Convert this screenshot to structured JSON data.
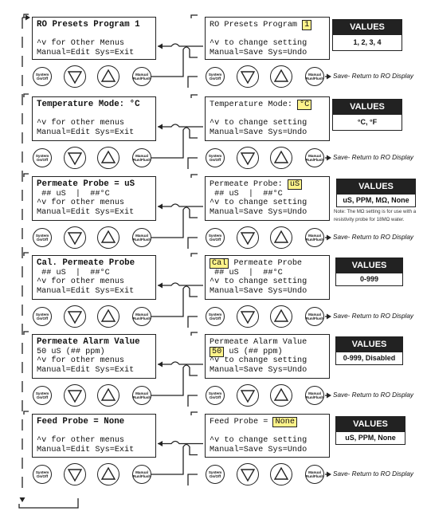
{
  "rows": [
    {
      "menu_lines": [
        "RO Presets Program 1",
        "",
        "^v for Other Menus",
        "Manual=Edit Sys=Exit"
      ],
      "edit_lines": [
        {
          "pre": "RO Presets Program ",
          "hl": "1",
          "post": ""
        },
        {
          "pre": "",
          "hl": "",
          "post": ""
        },
        {
          "pre": "^v to change setting",
          "hl": "",
          "post": ""
        },
        {
          "pre": "Manual=Save Sys=Undo",
          "hl": "",
          "post": ""
        }
      ],
      "values_header": "VALUES",
      "values": "1, 2, 3, 4",
      "note": []
    },
    {
      "menu_lines": [
        "Temperature Mode: °C",
        "",
        "^v for other menus",
        "Manual=Edit Sys=Exit"
      ],
      "edit_lines": [
        {
          "pre": "Temperature Mode: ",
          "hl": "°C",
          "post": ""
        },
        {
          "pre": "",
          "hl": "",
          "post": ""
        },
        {
          "pre": "^v to change setting",
          "hl": "",
          "post": ""
        },
        {
          "pre": "Manual=Save Sys=Undo",
          "hl": "",
          "post": ""
        }
      ],
      "values_header": "VALUES",
      "values": "°C, °F",
      "note": []
    },
    {
      "menu_lines": [
        "Permeate Probe = uS",
        " ## uS  |  ##°C",
        "^v for other menus",
        "Manual=Edit Sys=Exit"
      ],
      "edit_lines": [
        {
          "pre": "Permeate Probe: ",
          "hl": "uS",
          "post": ""
        },
        {
          "pre": " ## uS  |  ##°C",
          "hl": "",
          "post": ""
        },
        {
          "pre": "^v to change setting",
          "hl": "",
          "post": ""
        },
        {
          "pre": "Manual=Save Sys=Undo",
          "hl": "",
          "post": ""
        }
      ],
      "values_header": "VALUES",
      "values": "uS, PPM, MΩ, None",
      "note": [
        "Note: The MΩ setting is for use with a",
        "resistivity probe for 18MΩ water."
      ]
    },
    {
      "menu_lines": [
        "Cal. Permeate Probe",
        " ## uS  |  ##°C",
        "^v for other menus",
        "Manual=Edit Sys=Exit"
      ],
      "edit_lines": [
        {
          "pre": "",
          "hl": "Cal",
          "post": " Permeate Probe"
        },
        {
          "pre": " ## uS  |  ##°C",
          "hl": "",
          "post": ""
        },
        {
          "pre": "^v to change setting",
          "hl": "",
          "post": ""
        },
        {
          "pre": "Manual=Save Sys=Undo",
          "hl": "",
          "post": ""
        }
      ],
      "values_header": "VALUES",
      "values": "0-999",
      "note": []
    },
    {
      "menu_lines": [
        "Permeate Alarm Value",
        "50 uS (## ppm)",
        "^v for other menus",
        "Manual=Edit Sys=Exit"
      ],
      "edit_lines": [
        {
          "pre": "Permeate Alarm Value",
          "hl": "",
          "post": ""
        },
        {
          "pre": "",
          "hl": "50",
          "post": " uS (## ppm)"
        },
        {
          "pre": "^v to change setting",
          "hl": "",
          "post": ""
        },
        {
          "pre": "Manual=Save Sys=Undo",
          "hl": "",
          "post": ""
        }
      ],
      "values_header": "VALUES",
      "values": "0-999, Disabled",
      "note": []
    },
    {
      "menu_lines": [
        "Feed Probe = None",
        "",
        "^v for other menus",
        "Manual=Edit Sys=Exit"
      ],
      "edit_lines": [
        {
          "pre": "Feed Probe = ",
          "hl": "None",
          "post": ""
        },
        {
          "pre": "",
          "hl": "",
          "post": ""
        },
        {
          "pre": "^v to change setting",
          "hl": "",
          "post": ""
        },
        {
          "pre": "Manual=Save Sys=Undo",
          "hl": "",
          "post": ""
        }
      ],
      "values_header": "VALUES",
      "values": "uS, PPM, None",
      "note": []
    }
  ],
  "buttons": {
    "system": [
      "System",
      "On/Off"
    ],
    "manual": [
      "Manual",
      "Run/Flush"
    ]
  },
  "save_text": "Save- Return to RO Display"
}
